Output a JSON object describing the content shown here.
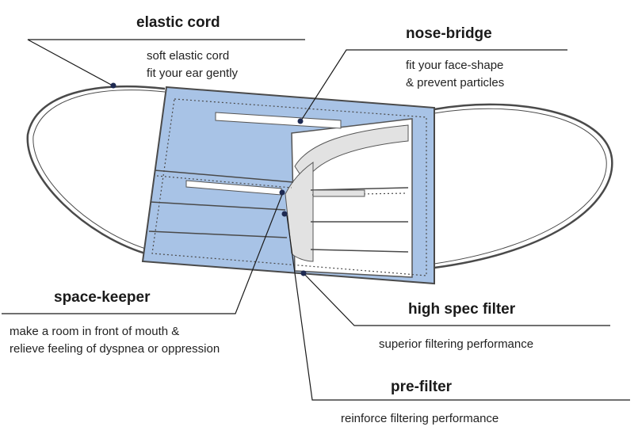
{
  "colors": {
    "mask_fill": "#a8c3e6",
    "mask_stroke": "#4a4a4a",
    "leader_line": "#1a1a1a",
    "marker_dot": "#1e2a52",
    "filter_layer": "#e2e2e2"
  },
  "callouts": {
    "elastic_cord": {
      "title": "elastic cord",
      "lines": [
        "soft elastic cord",
        "fit your ear gently"
      ]
    },
    "nose_bridge": {
      "title": "nose-bridge",
      "lines": [
        "fit your face-shape",
        "& prevent particles"
      ]
    },
    "space_keeper": {
      "title": "space-keeper",
      "lines": [
        "make a room in front of mouth &",
        "relieve feeling of dyspnea or oppression"
      ]
    },
    "high_spec_filter": {
      "title": "high spec filter",
      "lines": [
        "superior filtering performance"
      ]
    },
    "pre_filter": {
      "title": "pre-filter",
      "lines": [
        "reinforce filtering performance"
      ]
    }
  }
}
